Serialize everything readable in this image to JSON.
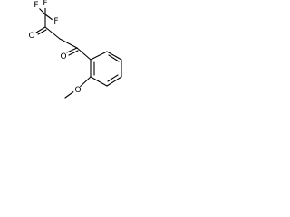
{
  "structure": {
    "atom_labels": {
      "F1": "F",
      "F2": "F",
      "F3": "F",
      "O_ketone_1": "O",
      "O_ketone_2": "O",
      "O_ether": "O"
    },
    "bond_color": "#000000",
    "background": "#ffffff"
  }
}
